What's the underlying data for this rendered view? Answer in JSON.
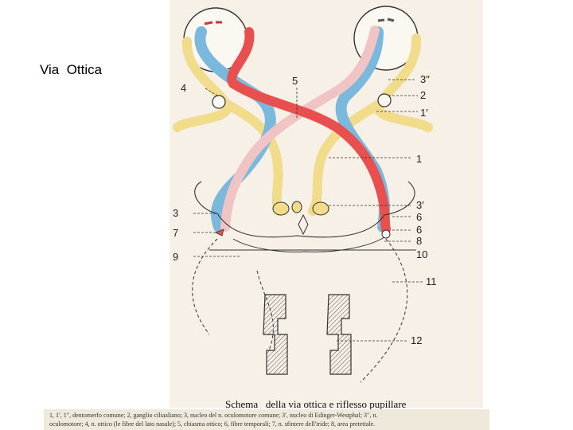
{
  "slide": {
    "title": "Via  Ottica"
  },
  "figure": {
    "caption": "Schema   della via ottica e riflesso pupillare",
    "labels": {
      "n4": "4",
      "n5": "5",
      "n3pp": "3″",
      "n2": "2",
      "n1p": "1′",
      "n1": "1",
      "n3p": "3′",
      "n3": "3",
      "n6a": "6",
      "n6b": "6",
      "n7": "7",
      "n8": "8",
      "n9": "9",
      "n10": "10",
      "n11": "11",
      "n12": "12"
    },
    "colors": {
      "background": "#f6f0e6",
      "red_pathway": "#e8504f",
      "blue_pathway": "#7ab8dc",
      "yellow_pathway": "#f0dc8a",
      "pink_pathway": "#f0c4c4",
      "outline": "#333333"
    },
    "footer": {
      "line1": "1, 1′, 1″, dentomerfo comune; 2, ganglio ciliaaliano; 3, nucleo del n. oculomotore comune; 3′, nucleo di Edinger-Westphal; 3″, n.",
      "line2": "oculomotore; 4, n. ottico (le fibre del lato nasale); 5, chiasma ottico; 6, fibre temporali; 7, n. sfintere dell'iride; 8, area pretettale."
    }
  }
}
